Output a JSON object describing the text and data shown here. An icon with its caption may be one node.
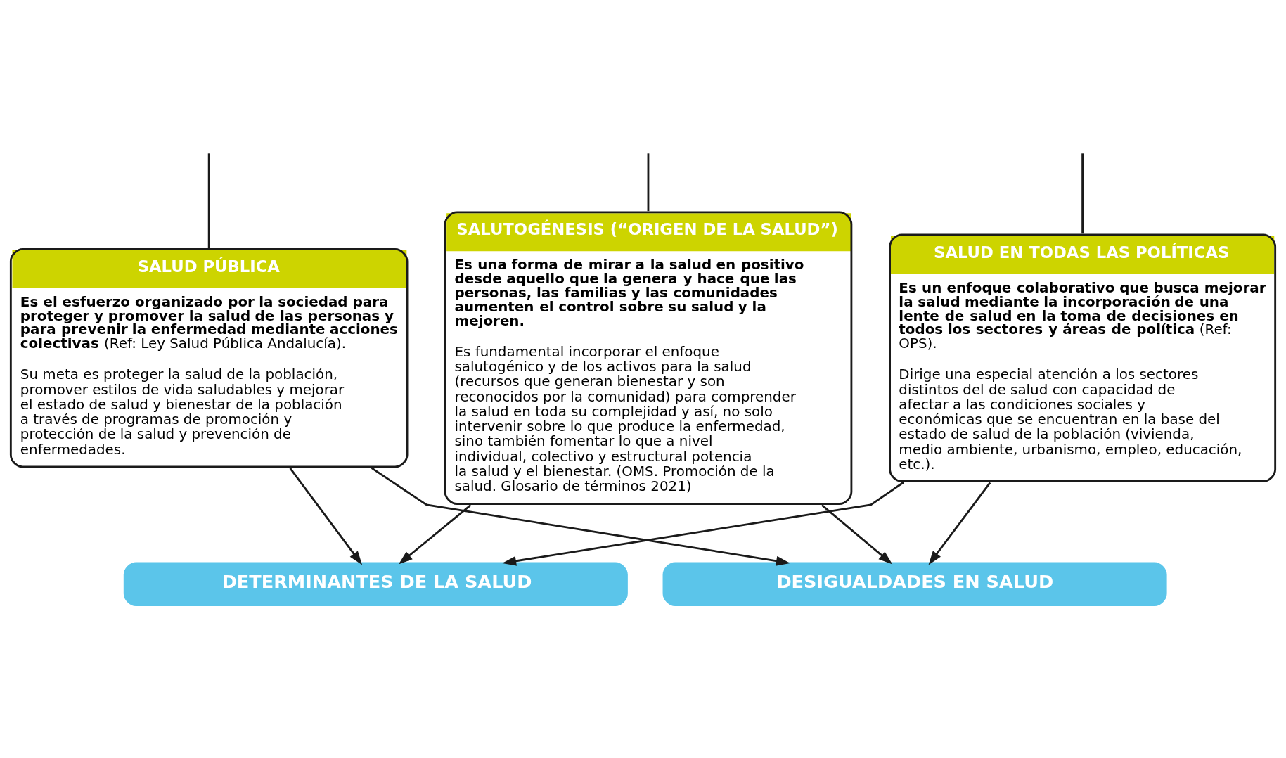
{
  "diagram": {
    "nodes": [
      {
        "text": [
          "SALUD PÚBLICA",
          "**Es el esfuerzo organizado por la sociedad para proteger y promover la salud de las personas y para prevenir la enfermedad mediante acciones colectivas** (Ref: Ley Salud Pública Andalucía).",
          "Su meta es proteger la salud de la población, promover estilos de vida saludables y mejorar el estado de salud y bienestar de la población a través de programas de promoción y protección de la salud y prevención de enfermedades."
        ]
      },
      {
        "text": [
          "SALUTOGÉNESIS (“ORIGEN DE LA SALUD”)",
          "**Es una forma de mirar a la salud en positivo desde aquello que la genera y hace que las personas, las familias y las comunidades aumenten el control sobre su salud y la mejoren.**",
          "Es fundamental incorporar el enfoque salutogénico y de los activos para la salud (recursos que generan bienestar y son reconocidos por la comunidad) para comprender la salud en toda su complejidad y así, no solo intervenir sobre lo que produce la enfermedad, sino también fomentar lo que a nivel individual, colectivo y estructural potencia la salud y el bienestar. (OMS. Promoción de la salud. Glosario de términos 2021)"
        ]
      },
      {
        "text": [
          "SALUD EN TODAS LAS POLÍTICAS",
          "**Es un enfoque colaborativo que busca mejorar la salud mediante la incorporación de una lente de salud en la toma de decisiones en todos los sectores y áreas de política** (Ref: OPS).",
          "Dirige una especial atención a los sectores distintos del de salud con capacidad de afectar a las condiciones sociales y económicas que se encuentran en la base del estado de salud de la población (vivienda, medio ambiente, urbanismo, empleo, educación, etc.)."
        ]
      },
      {
        "text": [
          "DETERMINANTES DE LA SALUD"
        ]
      },
      {
        "text": [
          "DESIGUALDADES EN SALUD"
        ]
      }
    ],
    "edges": [
      {
        "from": null,
        "to": 0,
        "arrow": "none"
      },
      {
        "from": null,
        "to": 1,
        "arrow": "none"
      },
      {
        "from": null,
        "to": 2,
        "arrow": "none"
      },
      {
        "from": 0,
        "to": 3,
        "arrow": "to"
      },
      {
        "from": 1,
        "to": 3,
        "arrow": "to"
      },
      {
        "from": 2,
        "to": 3,
        "arrow": "to"
      },
      {
        "from": 0,
        "to": 4,
        "arrow": "to"
      },
      {
        "from": 1,
        "to": 4,
        "arrow": "to"
      },
      {
        "from": 2,
        "to": 4,
        "arrow": "to"
      }
    ]
  }
}
